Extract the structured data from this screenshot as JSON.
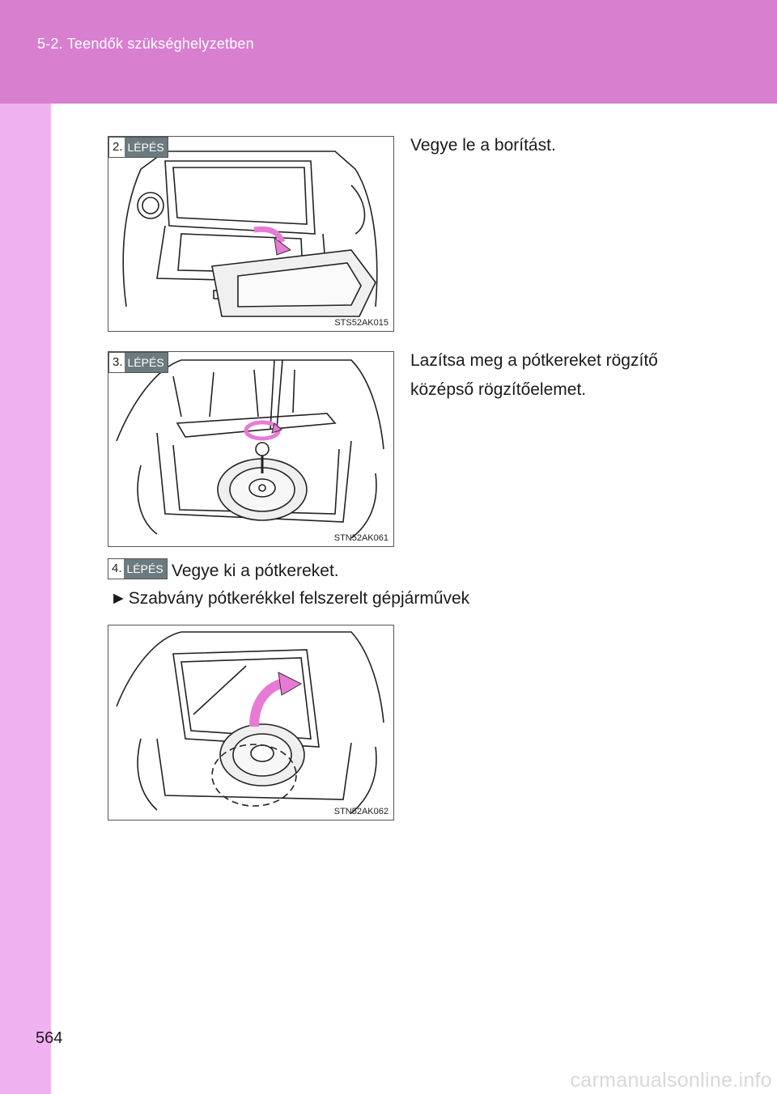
{
  "header": {
    "section_title": "5-2. Teendők szükséghelyzetben"
  },
  "page": {
    "number": "564"
  },
  "steps": [
    {
      "num": "2.",
      "word": "LÉPÉS",
      "text": "Vegye le a borítást.",
      "figure_code": "STS52AK015"
    },
    {
      "num": "3.",
      "word": "LÉPÉS",
      "text": "Lazítsa meg a pótkereket rögzítő középső rögzítőelemet.",
      "figure_code": "STN52AK061"
    },
    {
      "num": "4.",
      "word": "LÉPÉS",
      "text": "Vegye ki a pótkereket.",
      "figure_code": "STN52AK062"
    }
  ],
  "bullet": {
    "marker": "►",
    "text": "Szabvány pótkerékkel felszerelt gépjárművek"
  },
  "colors": {
    "header": "#d87fd0",
    "side_strip": "#f0b1f0",
    "badge": "#6b7b7f",
    "arrow": "#e87ad6"
  },
  "watermark": "carmanualsonline.info"
}
